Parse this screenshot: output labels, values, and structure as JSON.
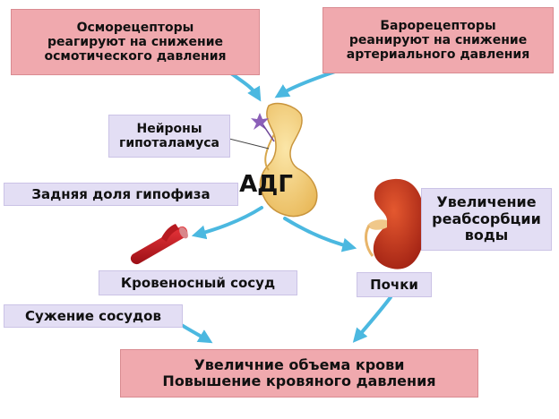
{
  "colors": {
    "red_box": "#f0a9ae",
    "lavender_box": "#e3def4",
    "arrow": "#4bb8e0"
  },
  "boxes": {
    "osmo": "Осморецепторы\nреагируют на снижение\nосмотического давления",
    "baro": "Барорецепторы\nреанируют на снижение\nартериального давления",
    "neurons": "Нейроны\nгипоталамуса",
    "adh": "АДГ",
    "pituitary": "Задняя доля гипофиза",
    "reabsorption": "Увеличение\nреабсорбции\nводы",
    "vessel": "Кровеносный сосуд",
    "kidneys": "Почки",
    "constriction": "Сужение сосудов",
    "result": "Увеличние объема крови\nПовышение кровяного давления"
  }
}
